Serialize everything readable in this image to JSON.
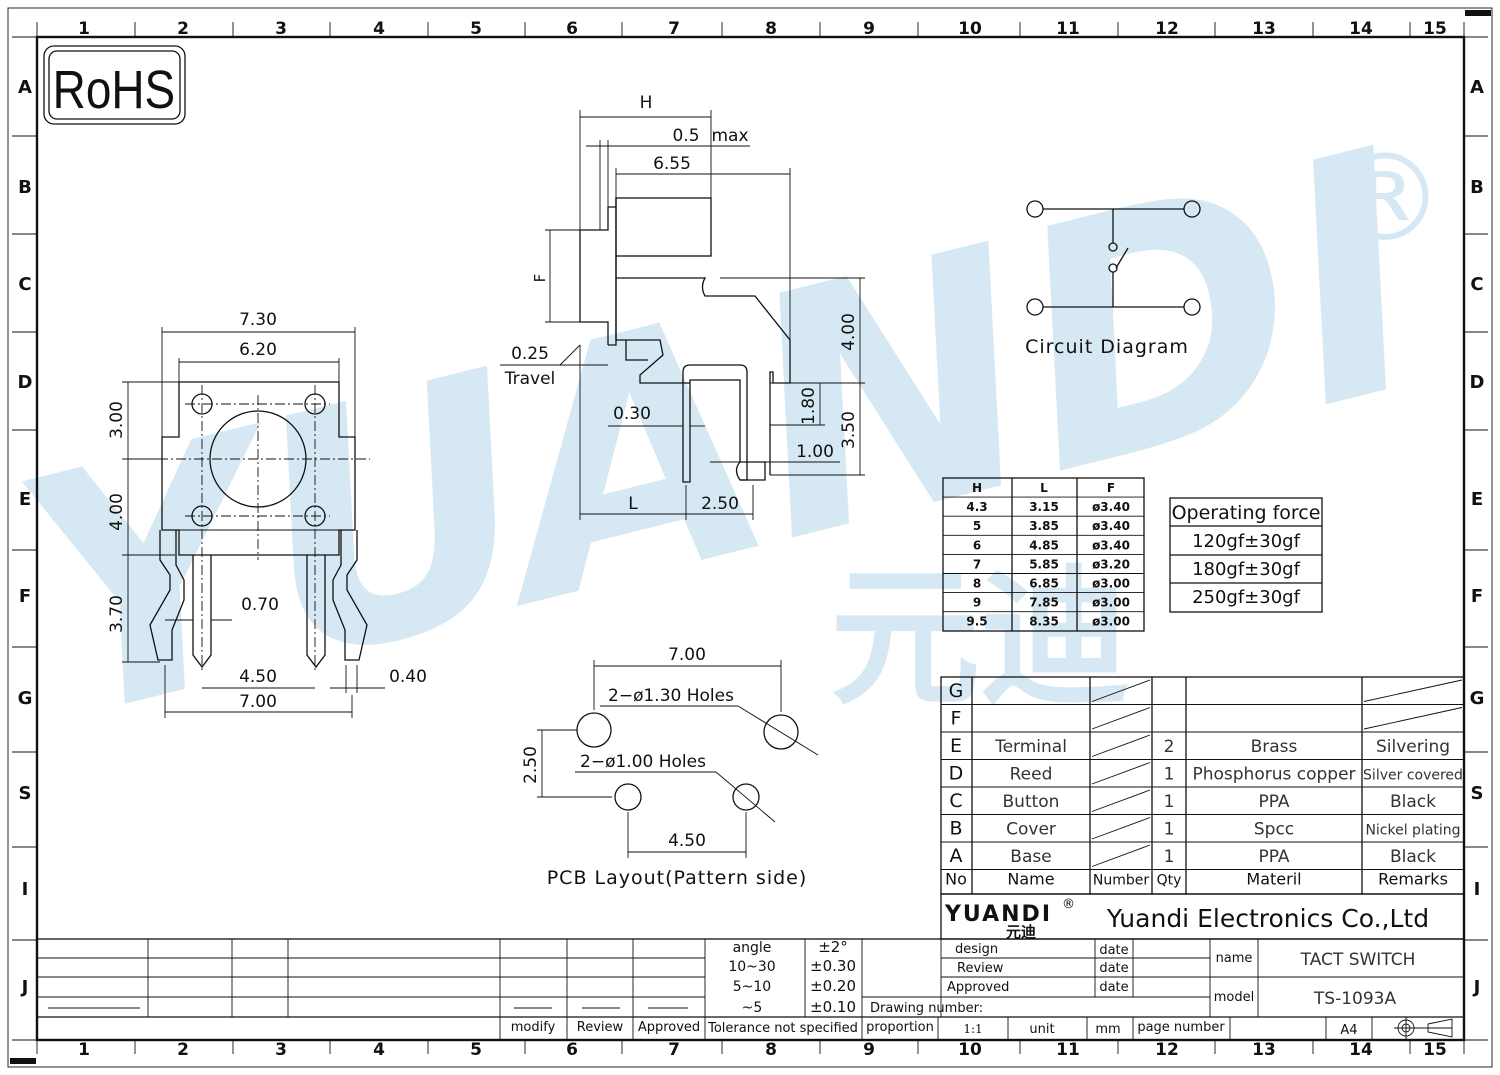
{
  "sheet": {
    "columns": [
      "1",
      "2",
      "3",
      "4",
      "5",
      "6",
      "7",
      "8",
      "9",
      "10",
      "11",
      "12",
      "13",
      "14",
      "15"
    ],
    "rows": [
      "A",
      "B",
      "C",
      "D",
      "E",
      "F",
      "G",
      "S",
      "I",
      "J"
    ]
  },
  "rohs_label": "RoHS",
  "watermark": {
    "text": "YUANDI",
    "chinese": "元迪",
    "registered": "®",
    "color": "#cfe4f1"
  },
  "front_view": {
    "dims": {
      "w730": "7.30",
      "w620": "6.20",
      "h300": "3.00",
      "h400": "4.00",
      "h370": "3.70",
      "pin070": "0.70",
      "w450": "4.50",
      "w040": "0.40",
      "w700": "7.00"
    }
  },
  "side_view": {
    "dims": {
      "H": "H",
      "max05": "0.5",
      "max_word": "max",
      "d655": "6.55",
      "F": "F",
      "d400": "4.00",
      "travel_val": "0.25",
      "travel_word": "Travel",
      "d030": "0.30",
      "d180": "1.80",
      "d350": "3.50",
      "d100": "1.00",
      "L": "L",
      "d250": "2.50"
    }
  },
  "circuit": {
    "caption": "Circuit Diagram"
  },
  "hlf_table": {
    "headers": [
      "H",
      "L",
      "F"
    ],
    "rows": [
      [
        "4.3",
        "3.15",
        "ø3.40"
      ],
      [
        "5",
        "3.85",
        "ø3.40"
      ],
      [
        "6",
        "4.85",
        "ø3.40"
      ],
      [
        "7",
        "5.85",
        "ø3.20"
      ],
      [
        "8",
        "6.85",
        "ø3.00"
      ],
      [
        "9",
        "7.85",
        "ø3.00"
      ],
      [
        "9.5",
        "8.35",
        "ø3.00"
      ]
    ]
  },
  "force_table": {
    "header": "Operating force",
    "rows": [
      "120gf±30gf",
      "180gf±30gf",
      "250gf±30gf"
    ]
  },
  "pcb": {
    "caption": "PCB Layout(Pattern side)",
    "d700": "7.00",
    "holes130": "2−ø1.30 Holes",
    "holes100": "2−ø1.00 Holes",
    "d250": "2.50",
    "d450": "4.50"
  },
  "bom": {
    "rows": [
      {
        "no": "G",
        "name": "",
        "qty": "",
        "material": "",
        "remarks": ""
      },
      {
        "no": "F",
        "name": "",
        "qty": "",
        "material": "",
        "remarks": ""
      },
      {
        "no": "E",
        "name": "Terminal",
        "qty": "2",
        "material": "Brass",
        "remarks": "Silvering"
      },
      {
        "no": "D",
        "name": "Reed",
        "qty": "1",
        "material": "Phosphorus copper",
        "remarks": "Silver covered"
      },
      {
        "no": "C",
        "name": "Button",
        "qty": "1",
        "material": "PPA",
        "remarks": "Black"
      },
      {
        "no": "B",
        "name": "Cover",
        "qty": "1",
        "material": "Spcc",
        "remarks": "Nickel plating"
      },
      {
        "no": "A",
        "name": "Base",
        "qty": "1",
        "material": "PPA",
        "remarks": "Black"
      }
    ],
    "header": {
      "no": "No",
      "name": "Name",
      "number": "Number",
      "qty": "Qty",
      "material": "Materil",
      "remarks": "Remarks"
    }
  },
  "company": {
    "logo": "YUANDI",
    "logo_cn": "元迪",
    "logo_reg": "®",
    "name": "Yuandi Electronics Co.,Ltd"
  },
  "title_block": {
    "tolerance": [
      [
        "angle",
        "±2°"
      ],
      [
        "10~30",
        "±0.30"
      ],
      [
        "5~10",
        "±0.20"
      ],
      [
        "~5",
        "±0.10"
      ]
    ],
    "tolerance_note": "Tolerance not specified",
    "modify": "modify",
    "review": "Review",
    "approved": "Approved",
    "design": "design",
    "review2": "Review",
    "approved2": "Approved",
    "date": "date",
    "drawing_number": "Drawing number:",
    "proportion": "proportion",
    "scale": "1:1",
    "unit": "unit",
    "unit_val": "mm",
    "page_number": "page number",
    "name_label": "name",
    "name_val": "TACT SWITCH",
    "model_label": "model",
    "model_val": "TS-1093A",
    "paper": "A4"
  }
}
